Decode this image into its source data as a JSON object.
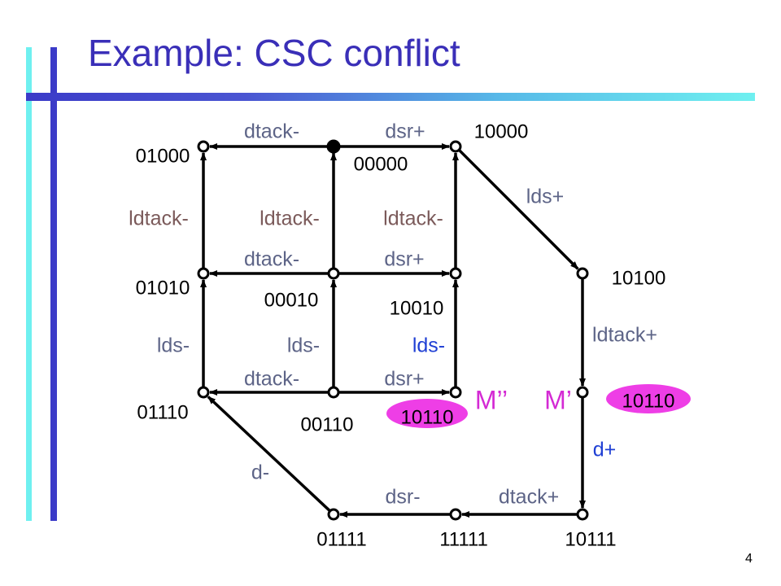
{
  "title": "Example: CSC conflict",
  "slide_number": "4",
  "colors": {
    "title": "#3a2fb8",
    "label_gray": "#5d6487",
    "label_brown": "#7b5a5a",
    "label_blue": "#1f3fd4",
    "label_magenta": "#d42ad4",
    "highlight": "#ee3ee6",
    "accent_blue": "#3b3bc8",
    "accent_cyan": "#6ff0f0"
  },
  "states": [
    {
      "id": "s01000",
      "code": "01000",
      "filled": false
    },
    {
      "id": "s00000",
      "code": "00000",
      "filled": true
    },
    {
      "id": "s10000",
      "code": "10000",
      "filled": false
    },
    {
      "id": "s01010",
      "code": "01010",
      "filled": false
    },
    {
      "id": "s00010",
      "code": "00010",
      "filled": false
    },
    {
      "id": "s10010",
      "code": "10010",
      "filled": false
    },
    {
      "id": "s10100",
      "code": "10100",
      "filled": false
    },
    {
      "id": "s01110",
      "code": "01110",
      "filled": false
    },
    {
      "id": "s00110",
      "code": "00110",
      "filled": false
    },
    {
      "id": "s10110a",
      "code": "10110",
      "filled": false,
      "highlight": true
    },
    {
      "id": "s10110b",
      "code": "10110",
      "filled": false,
      "highlight": true
    },
    {
      "id": "s01111",
      "code": "01111",
      "filled": false
    },
    {
      "id": "s11111",
      "code": "11111",
      "filled": false
    },
    {
      "id": "s10111",
      "code": "10111",
      "filled": false
    }
  ],
  "transitions": [
    {
      "from": "s00000",
      "to": "s01000",
      "label": "dtack-",
      "color": "gray"
    },
    {
      "from": "s00000",
      "to": "s10000",
      "label": "dsr+",
      "color": "gray"
    },
    {
      "from": "s10000",
      "to": "s10100",
      "label": "lds+",
      "color": "gray"
    },
    {
      "from": "s01010",
      "to": "s01000",
      "label": "ldtack-",
      "color": "brown"
    },
    {
      "from": "s00010",
      "to": "s00000",
      "label": "ldtack-",
      "color": "brown"
    },
    {
      "from": "s10010",
      "to": "s10000",
      "label": "ldtack-",
      "color": "brown"
    },
    {
      "from": "s00010",
      "to": "s01010",
      "label": "dtack-",
      "color": "gray"
    },
    {
      "from": "s00010",
      "to": "s10010",
      "label": "dsr+",
      "color": "gray"
    },
    {
      "from": "s10100",
      "to": "s10110b",
      "label": "ldtack+",
      "color": "gray"
    },
    {
      "from": "s01110",
      "to": "s01010",
      "label": "lds-",
      "color": "gray"
    },
    {
      "from": "s00110",
      "to": "s00010",
      "label": "lds-",
      "color": "gray"
    },
    {
      "from": "s10110a",
      "to": "s10010",
      "label": "lds-",
      "color": "blue"
    },
    {
      "from": "s00110",
      "to": "s01110",
      "label": "dtack-",
      "color": "gray"
    },
    {
      "from": "s00110",
      "to": "s10110a",
      "label": "dsr+",
      "color": "gray"
    },
    {
      "from": "s10110b",
      "to": "s10111",
      "label": "d+",
      "color": "blue"
    },
    {
      "from": "s10111",
      "to": "s11111",
      "label": "dtack+",
      "color": "gray"
    },
    {
      "from": "s11111",
      "to": "s01111",
      "label": "dsr-",
      "color": "gray"
    },
    {
      "from": "s01111",
      "to": "s01110",
      "label": "d-",
      "color": "gray"
    }
  ],
  "markers": [
    {
      "text": "M’’",
      "state": "s10110a"
    },
    {
      "text": "M’",
      "state": "s10110b"
    }
  ]
}
